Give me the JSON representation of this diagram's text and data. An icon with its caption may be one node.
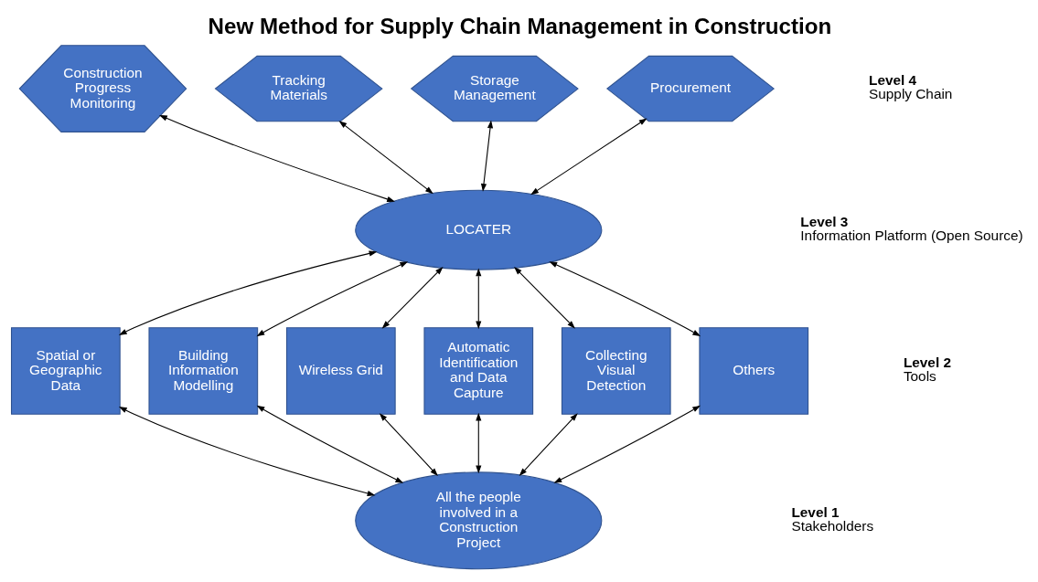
{
  "diagram": {
    "title": "New Method for Supply Chain Management in Construction",
    "nodes": [
      {
        "text": [
          "Construction Progress Monitoring"
        ]
      },
      {
        "text": [
          "Tracking Materials"
        ]
      },
      {
        "text": [
          "Storage Management"
        ]
      },
      {
        "text": [
          "Procurement"
        ]
      },
      {
        "text": [
          "LOCATER"
        ]
      },
      {
        "text": [
          "Spatial or Geographic Data"
        ]
      },
      {
        "text": [
          "Building Information Modelling"
        ]
      },
      {
        "text": [
          "Wireless Grid"
        ]
      },
      {
        "text": [
          "Automatic Identification and Data Capture"
        ]
      },
      {
        "text": [
          "Collecting Visual Detection"
        ]
      },
      {
        "text": [
          "Others"
        ]
      },
      {
        "text": [
          "All the people involved in a Construction Project"
        ]
      }
    ],
    "edges": [
      {
        "from": 0,
        "to": 4,
        "arrow": "both"
      },
      {
        "from": 1,
        "to": 4,
        "arrow": "both"
      },
      {
        "from": 2,
        "to": 4,
        "arrow": "both"
      },
      {
        "from": 3,
        "to": 4,
        "arrow": "both"
      },
      {
        "from": 4,
        "to": 5,
        "arrow": "both"
      },
      {
        "from": 4,
        "to": 6,
        "arrow": "both"
      },
      {
        "from": 4,
        "to": 7,
        "arrow": "both"
      },
      {
        "from": 4,
        "to": 8,
        "arrow": "both"
      },
      {
        "from": 4,
        "to": 9,
        "arrow": "both"
      },
      {
        "from": 4,
        "to": 10,
        "arrow": "both"
      },
      {
        "from": 5,
        "to": 11,
        "arrow": "both"
      },
      {
        "from": 6,
        "to": 11,
        "arrow": "both"
      },
      {
        "from": 7,
        "to": 11,
        "arrow": "both"
      },
      {
        "from": 8,
        "to": 11,
        "arrow": "both"
      },
      {
        "from": 9,
        "to": 11,
        "arrow": "both"
      },
      {
        "from": 10,
        "to": 11,
        "arrow": "both"
      }
    ],
    "labels": [
      "Level 4",
      "Supply Chain",
      "Level 3",
      "Information Platform (Open Source)",
      "Level 2",
      "Tools",
      "Level 1",
      "Stakeholders"
    ]
  }
}
